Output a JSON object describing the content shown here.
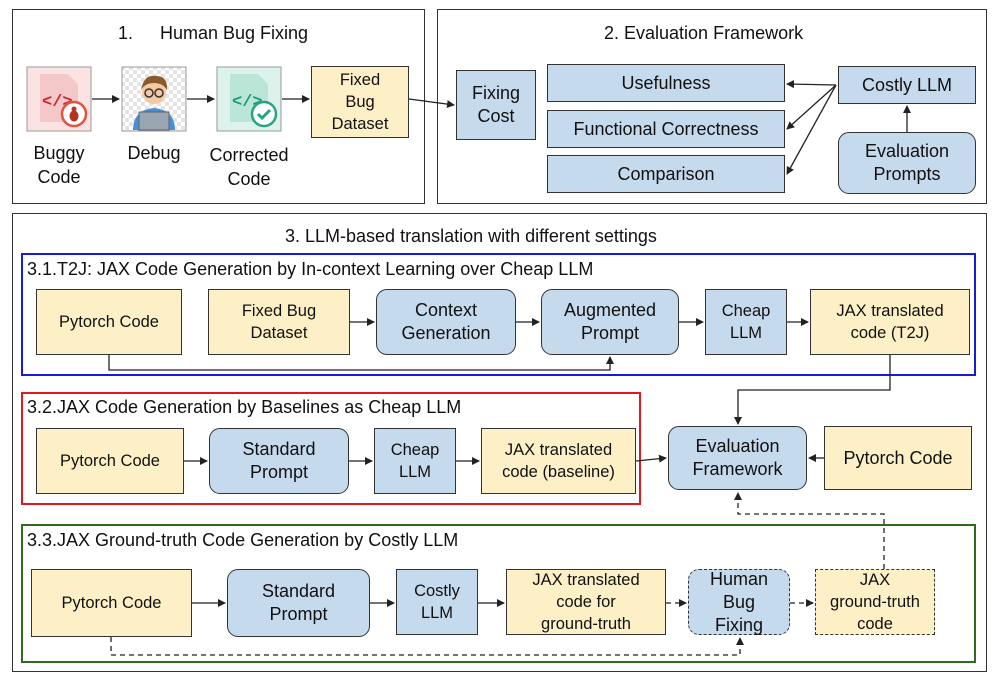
{
  "sections": {
    "human_bug_fixing": {
      "number": "1.",
      "title": "Human Bug Fixing",
      "steps": [
        "Buggy\nCode",
        "Debug",
        "Corrected\nCode"
      ],
      "dataset": "Fixed\nBug\nDataset"
    },
    "evaluation_framework": {
      "title": "2. Evaluation Framework",
      "fixing_cost": "Fixing\nCost",
      "metrics": [
        "Usefulness",
        "Functional Correctness",
        "Comparison"
      ],
      "costly_llm": "Costly LLM",
      "evaluation_prompts": "Evaluation\nPrompts"
    },
    "llm_translation": {
      "title": "3. LLM-based translation with different settings",
      "t2j": {
        "title": "3.1.T2J: JAX Code Generation by In-context Learning over Cheap LLM",
        "pytorch_code": "Pytorch Code",
        "fixed_bug_dataset": "Fixed Bug\nDataset",
        "context_generation": "Context\nGeneration",
        "augmented_prompt": "Augmented\nPrompt",
        "cheap_llm": "Cheap\nLLM",
        "output": "JAX translated\ncode (T2J)"
      },
      "baseline": {
        "title": "3.2.JAX Code Generation by Baselines as Cheap LLM",
        "pytorch_code": "Pytorch Code",
        "standard_prompt": "Standard\nPrompt",
        "cheap_llm": "Cheap\nLLM",
        "output": "JAX translated\ncode (baseline)"
      },
      "evaluation_framework": "Evaluation\nFramework",
      "eval_pytorch_code": "Pytorch Code",
      "ground_truth": {
        "title": "3.3.JAX Ground-truth Code Generation by Costly LLM",
        "pytorch_code": "Pytorch Code",
        "standard_prompt": "Standard\nPrompt",
        "costly_llm": "Costly\nLLM",
        "translated": "JAX translated\ncode for\nground-truth",
        "human_bug_fixing": "Human\nBug\nFixing",
        "output": "JAX\nground-truth\ncode"
      }
    }
  },
  "colors": {
    "input_fill": "#fdf0c6",
    "process_fill": "#c6daee",
    "t2j_border": "#1a1adb",
    "baseline_border": "#e0191f",
    "ground_truth_border": "#2f6b1f"
  },
  "icons": [
    "buggy-code-icon",
    "developer-debug-icon",
    "corrected-code-icon"
  ]
}
